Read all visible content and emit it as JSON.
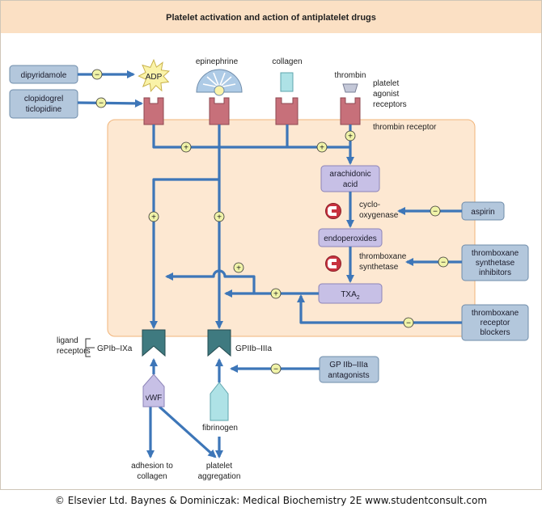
{
  "title": "Platelet activation and action of antiplatelet drugs",
  "credit": "© Elsevier Ltd. Baynes & Dominiczak: Medical Biochemistry 2E www.studentconsult.com",
  "colors": {
    "header_bg": "#fbe0c4",
    "cell_bg": "#fde8d2",
    "arrow": "#3d76b8",
    "drug_box": "#b3c7dc",
    "pathway_box": "#c7c0e6",
    "receptor": "#c7707a",
    "gp_receptor": "#3f7a80",
    "plus_circle": "#f0f3a8"
  },
  "drugs": {
    "dipyridamole": "dipyridamole",
    "clopidogrel": [
      "clopidogrel",
      "ticlopidine"
    ],
    "aspirin": "aspirin",
    "synthetase_inhibitors": [
      "thromboxane",
      "synthetase",
      "inhibitors"
    ],
    "receptor_blockers": [
      "thromboxane",
      "receptor",
      "blockers"
    ],
    "gp_antagonists": [
      "GP IIb–IIIa",
      "antagonists"
    ]
  },
  "agonists": {
    "adp": "ADP",
    "epinephrine": "epinephrine",
    "collagen": "collagen",
    "thrombin": "thrombin"
  },
  "labels": {
    "platelet_agonist_receptors": [
      "platelet",
      "agonist",
      "receptors"
    ],
    "thrombin_receptor": "thrombin receptor",
    "cyclooxygenase": [
      "cyclo-",
      "oxygenase"
    ],
    "thromboxane_synthetase": [
      "thromboxane",
      "synthetase"
    ],
    "ligand_receptors": [
      "ligand",
      "receptors"
    ],
    "gpib_ixa": "GPIb–IXa",
    "gpiib_iiia": "GPIIb–IIIa",
    "vwf": "vWF",
    "fibrinogen": "fibrinogen",
    "adhesion": [
      "adhesion to",
      "collagen"
    ],
    "aggregation": [
      "platelet",
      "aggregation"
    ]
  },
  "pathway": {
    "arachidonic_acid": [
      "arachidonic",
      "acid"
    ],
    "endoperoxides": "endoperoxides",
    "txa2": "TXA",
    "txa2_sub": "2"
  },
  "symbols": {
    "plus": "+",
    "minus": "−"
  }
}
